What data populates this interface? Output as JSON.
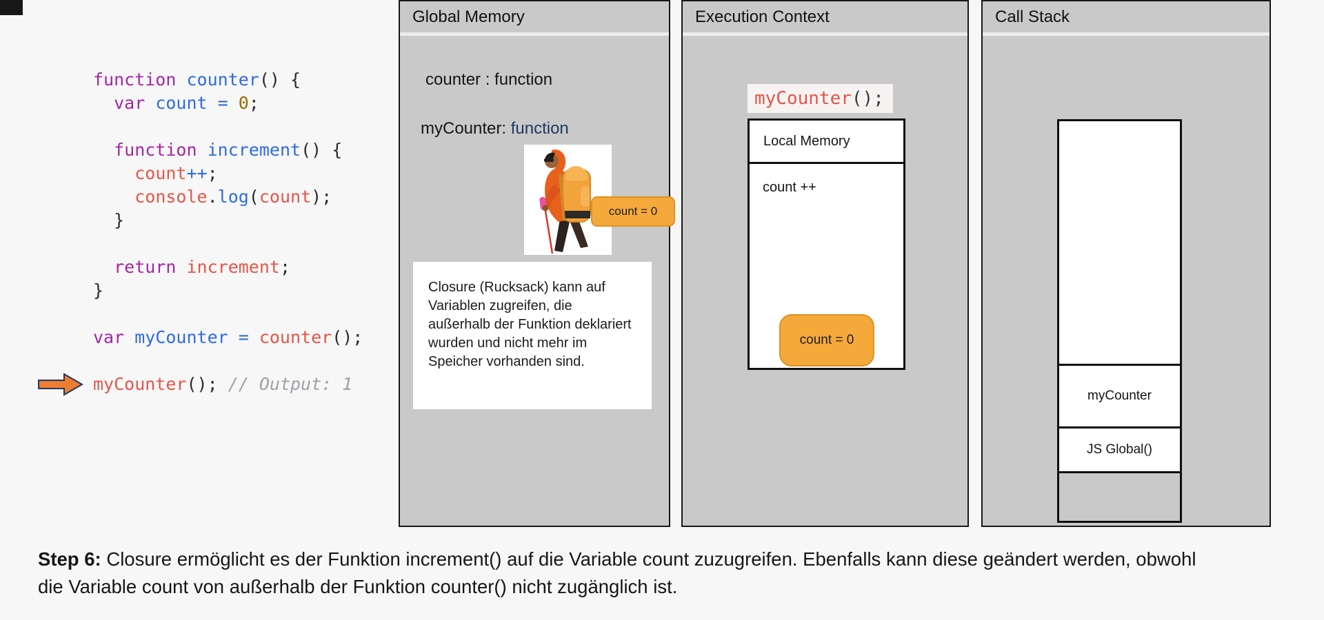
{
  "colors": {
    "panel_bg": "#c9c9c9",
    "panel_border": "#161616",
    "badge_fill": "#F5A93B",
    "badge_border": "#DB9222",
    "arrow_fill": "#ED7D31",
    "arrow_border": "#203864",
    "chip_bg": "#f6f3f2",
    "navy": "#203864",
    "code_kw": "#a626a4",
    "code_fn": "#2e6be5",
    "code_red": "#e45649",
    "code_num": "#986801",
    "code_cmt": "#a0a1a7",
    "code_plain": "#2b2b2b"
  },
  "code": {
    "lines": [
      [
        [
          "kw",
          "function"
        ],
        [
          "pl",
          " "
        ],
        [
          "fn",
          "counter"
        ],
        [
          "pl",
          "() {"
        ]
      ],
      [
        [
          "pl",
          "  "
        ],
        [
          "kw",
          "var"
        ],
        [
          "fn",
          " count = "
        ],
        [
          "num",
          "0"
        ],
        [
          "pl",
          ";"
        ]
      ],
      [],
      [
        [
          "pl",
          "  "
        ],
        [
          "kw",
          "function"
        ],
        [
          "pl",
          " "
        ],
        [
          "fn",
          "increment"
        ],
        [
          "pl",
          "() {"
        ]
      ],
      [
        [
          "pl",
          "    "
        ],
        [
          "red",
          "count"
        ],
        [
          "fn",
          "++"
        ],
        [
          "pl",
          ";"
        ]
      ],
      [
        [
          "pl",
          "    "
        ],
        [
          "red",
          "console"
        ],
        [
          "pl",
          "."
        ],
        [
          "fn",
          "log"
        ],
        [
          "pl",
          "("
        ],
        [
          "red",
          "count"
        ],
        [
          "pl",
          ");"
        ]
      ],
      [
        [
          "pl",
          "  }"
        ]
      ],
      [],
      [
        [
          "pl",
          "  "
        ],
        [
          "kw",
          "return"
        ],
        [
          "pl",
          " "
        ],
        [
          "red",
          "increment"
        ],
        [
          "pl",
          ";"
        ]
      ],
      [
        [
          "pl",
          "}"
        ]
      ],
      [],
      [
        [
          "kw",
          "var"
        ],
        [
          "fn",
          " myCounter = "
        ],
        [
          "red",
          "counter"
        ],
        [
          "pl",
          "();"
        ]
      ],
      [],
      [
        [
          "red",
          "myCounter"
        ],
        [
          "pl",
          "(); "
        ],
        [
          "cmt",
          "// Output: 1"
        ]
      ]
    ]
  },
  "panels": {
    "global_memory": {
      "title": "Global Memory",
      "entry_counter": "counter : function",
      "entry_mycounter_name": "myCounter:",
      "entry_mycounter_type": " function",
      "badge": "count = 0",
      "note": "Closure (Rucksack) kann auf Variablen zugreifen, die außerhalb der Funktion deklariert wurden und nicht mehr im Speicher vorhanden sind."
    },
    "execution_context": {
      "title": "Execution Context",
      "call_fn": "myCounter",
      "call_rest": "();",
      "local_memory_title": "Local Memory",
      "statement": "count ++",
      "badge": "count = 0"
    },
    "call_stack": {
      "title": "Call Stack",
      "frames": [
        {
          "label": ""
        },
        {
          "label": "myCounter"
        },
        {
          "label": "JS Global()"
        },
        {
          "label": ""
        }
      ]
    }
  },
  "footer": {
    "step_label": "Step 6:",
    "step_text": " Closure ermöglicht es der Funktion increment() auf die Variable count zuzugreifen. Ebenfalls kann diese geändert werden, obwohl die Variable count von außerhalb der Funktion counter() nicht zugänglich ist."
  }
}
